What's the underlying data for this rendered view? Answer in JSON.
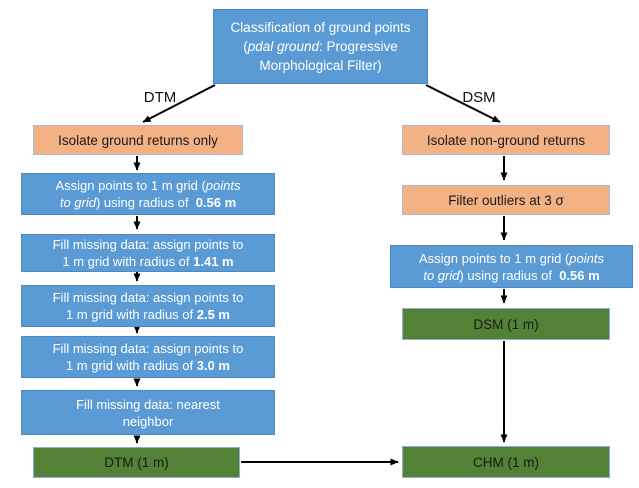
{
  "colors": {
    "blue_fill": "#5B9BD5",
    "blue_border": "#4E87C5",
    "orange_fill": "#F4B183",
    "orange_border": "#A9BCD3",
    "green_fill": "#538135",
    "green_border": "#8FAFCE",
    "arrow": "#000000",
    "text_on_blue": "#FFFFFF",
    "text_dark": "#1A1A1A"
  },
  "labels": {
    "dtm": "DTM",
    "dsm": "DSM"
  },
  "nodes": {
    "top": {
      "segments": [
        {
          "t": "Classification of ground points"
        },
        {
          "br": true
        },
        {
          "t": "("
        },
        {
          "t": "pdal ground",
          "i": true
        },
        {
          "t": ": Progressive"
        },
        {
          "br": true
        },
        {
          "t": "Morphological Filter)"
        }
      ]
    },
    "left": [
      {
        "segments": [
          {
            "t": "Isolate ground returns only"
          }
        ]
      },
      {
        "segments": [
          {
            "t": "Assign points to 1 m grid ("
          },
          {
            "t": "points",
            "i": true
          },
          {
            "br": true
          },
          {
            "t": "to grid",
            "i": true
          },
          {
            "t": ") using radius of  "
          },
          {
            "t": "0.56 m",
            "b": true
          }
        ]
      },
      {
        "segments": [
          {
            "t": "Fill missing data: assign points to"
          },
          {
            "br": true
          },
          {
            "t": "1 m grid with radius of "
          },
          {
            "t": "1.41 m",
            "b": true
          }
        ]
      },
      {
        "segments": [
          {
            "t": "Fill missing data: assign points to"
          },
          {
            "br": true
          },
          {
            "t": "1 m grid with radius of "
          },
          {
            "t": "2.5 m",
            "b": true
          }
        ]
      },
      {
        "segments": [
          {
            "t": "Fill missing data: assign points to"
          },
          {
            "br": true
          },
          {
            "t": "1 m grid with radius of "
          },
          {
            "t": "3.0 m",
            "b": true
          }
        ]
      },
      {
        "segments": [
          {
            "t": "Fill missing data: nearest"
          },
          {
            "br": true
          },
          {
            "t": "neighbor"
          }
        ]
      },
      {
        "segments": [
          {
            "t": "DTM (1 m)"
          }
        ]
      }
    ],
    "right": [
      {
        "segments": [
          {
            "t": "Isolate non-ground returns"
          }
        ]
      },
      {
        "segments": [
          {
            "t": "Filter outliers at 3 σ"
          }
        ]
      },
      {
        "segments": [
          {
            "t": "Assign points to 1 m grid ("
          },
          {
            "t": "points",
            "i": true
          },
          {
            "br": true
          },
          {
            "t": "to grid",
            "i": true
          },
          {
            "t": ") using radius of  "
          },
          {
            "t": "0.56 m",
            "b": true
          }
        ]
      },
      {
        "segments": [
          {
            "t": "DSM (1 m)"
          }
        ]
      },
      {
        "segments": [
          {
            "t": "CHM (1 m)"
          }
        ]
      }
    ]
  }
}
